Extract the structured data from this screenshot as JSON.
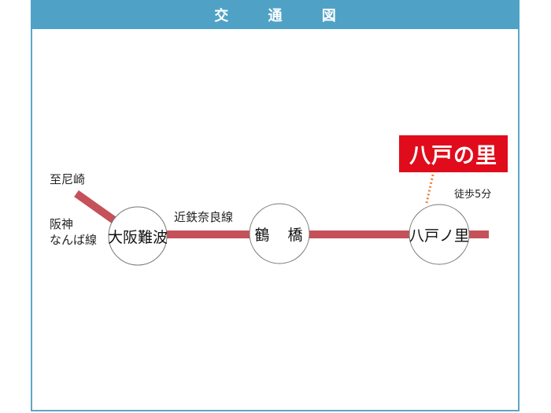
{
  "header": {
    "title": "交 通 図"
  },
  "colors": {
    "header": "#4fa2c6",
    "line": "#c5515a",
    "destination": "#e00c1b",
    "walk_path": "#ef7d2e"
  },
  "lines": {
    "hanshin": {
      "direction_label": "至尼崎",
      "name_line1": "阪神",
      "name_line2": "なんば線"
    },
    "kintetsu": {
      "name": "近鉄奈良線"
    }
  },
  "stations": [
    {
      "name": "大阪難波"
    },
    {
      "name": "鶴　橋"
    },
    {
      "name": "八戸ノ里"
    }
  ],
  "destination": {
    "name": "八戸の里",
    "walk_time": "徒歩5分"
  }
}
